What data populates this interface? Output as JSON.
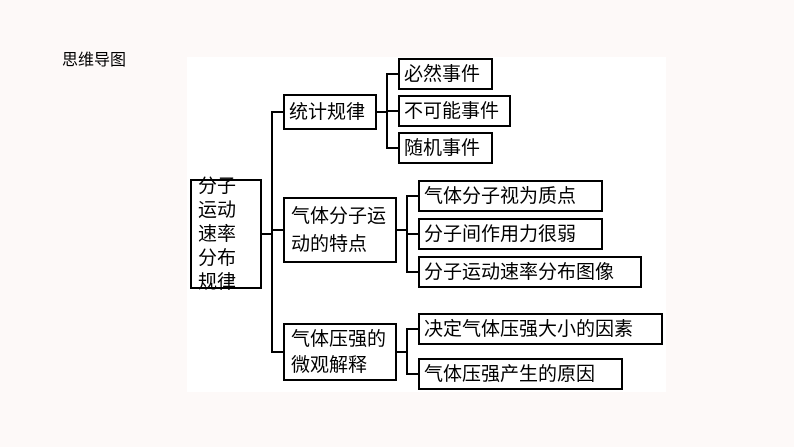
{
  "title": "思维导图",
  "root": "分子运动速率分布规律",
  "branches": [
    {
      "label": "统计规律",
      "children": [
        "必然事件",
        "不可能事件",
        "随机事件"
      ]
    },
    {
      "label": "气体分子运动的特点",
      "children": [
        "气体分子视为质点",
        "分子间作用力很弱",
        "分子运动速率分布图像"
      ]
    },
    {
      "label": "气体压强的微观解释",
      "children": [
        "决定气体压强大小的因素",
        "气体压强产生的原因"
      ]
    }
  ]
}
